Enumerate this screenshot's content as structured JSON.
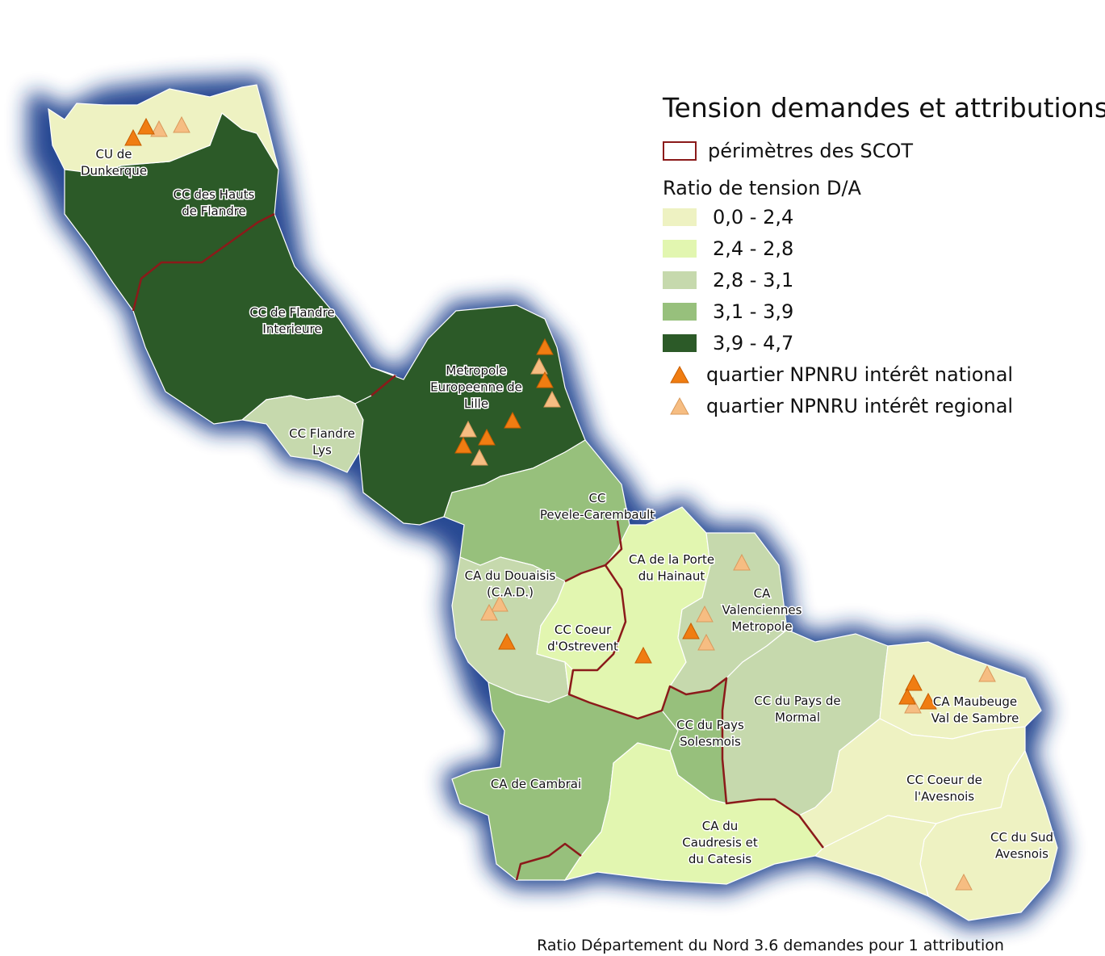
{
  "legend": {
    "title": "Tension demandes et attributions",
    "scot_label": "périmètres des SCOT",
    "ratio_heading": "Ratio de tension D/A",
    "classes": [
      {
        "label": "0,0 - 2,4",
        "color": "#eef2c2"
      },
      {
        "label": "2,4 - 2,8",
        "color": "#e2f6b0"
      },
      {
        "label": "2,8 - 3,1",
        "color": "#c6d9ad"
      },
      {
        "label": "3,1 - 3,9",
        "color": "#97c07c"
      },
      {
        "label": "3,9 - 4,7",
        "color": "#2c5a28"
      }
    ],
    "national_label": "quartier NPNRU intérêt national",
    "regional_label": "quartier NPNRU intérêt regional",
    "national_color": "#f07d12",
    "regional_color": "#f6bd82",
    "scot_color": "#8b1a1a"
  },
  "territories": [
    {
      "name": "CU de Dunkerque",
      "lines": [
        "CU de",
        "Dunkerque"
      ],
      "class": 0
    },
    {
      "name": "CC des Hauts de Flandre",
      "lines": [
        "CC des Hauts",
        "de Flandre"
      ],
      "class": 4
    },
    {
      "name": "CC de Flandre Interieure",
      "lines": [
        "CC de Flandre",
        "Interieure"
      ],
      "class": 4
    },
    {
      "name": "CC Flandre Lys",
      "lines": [
        "CC Flandre",
        "Lys"
      ],
      "class": 2
    },
    {
      "name": "Metropole Europeenne de Lille",
      "lines": [
        "Metropole",
        "Europeenne de",
        "Lille"
      ],
      "class": 4
    },
    {
      "name": "CC Pevele-Carembault",
      "lines": [
        "CC",
        "Pevele-Carembault"
      ],
      "class": 3
    },
    {
      "name": "CA du Douaisis (C.A.D.)",
      "lines": [
        "CA du Douaisis",
        "(C.A.D.)"
      ],
      "class": 2
    },
    {
      "name": "CC Coeur d'Ostrevent",
      "lines": [
        "CC Coeur",
        "d'Ostrevent"
      ],
      "class": 1
    },
    {
      "name": "CA de la Porte du Hainaut",
      "lines": [
        "CA de la Porte",
        "du Hainaut"
      ],
      "class": 1
    },
    {
      "name": "CA Valenciennes Metropole",
      "lines": [
        "CA",
        "Valenciennes",
        "Metropole"
      ],
      "class": 2
    },
    {
      "name": "CC du Pays de Mormal",
      "lines": [
        "CC du Pays de",
        "Mormal"
      ],
      "class": 2
    },
    {
      "name": "CA Maubeuge Val de Sambre",
      "lines": [
        "CA Maubeuge",
        "Val de Sambre"
      ],
      "class": 0
    },
    {
      "name": "CC Coeur de l'Avesnois",
      "lines": [
        "CC Coeur de",
        "l'Avesnois"
      ],
      "class": 0
    },
    {
      "name": "CC du Sud Avesnois",
      "lines": [
        "CC du Sud",
        "Avesnois"
      ],
      "class": 0
    },
    {
      "name": "CC du Pays Solesmois",
      "lines": [
        "CC du Pays",
        "Solesmois"
      ],
      "class": 3
    },
    {
      "name": "CA de Cambrai",
      "lines": [
        "CA de Cambrai"
      ],
      "class": 3
    },
    {
      "name": "CA du Caudresis et du Catesis",
      "lines": [
        "CA du",
        "Caudresis et",
        "du Catesis"
      ],
      "class": 1
    }
  ],
  "caption": "Ratio Département du Nord 3.6 demandes pour 1 attribution"
}
